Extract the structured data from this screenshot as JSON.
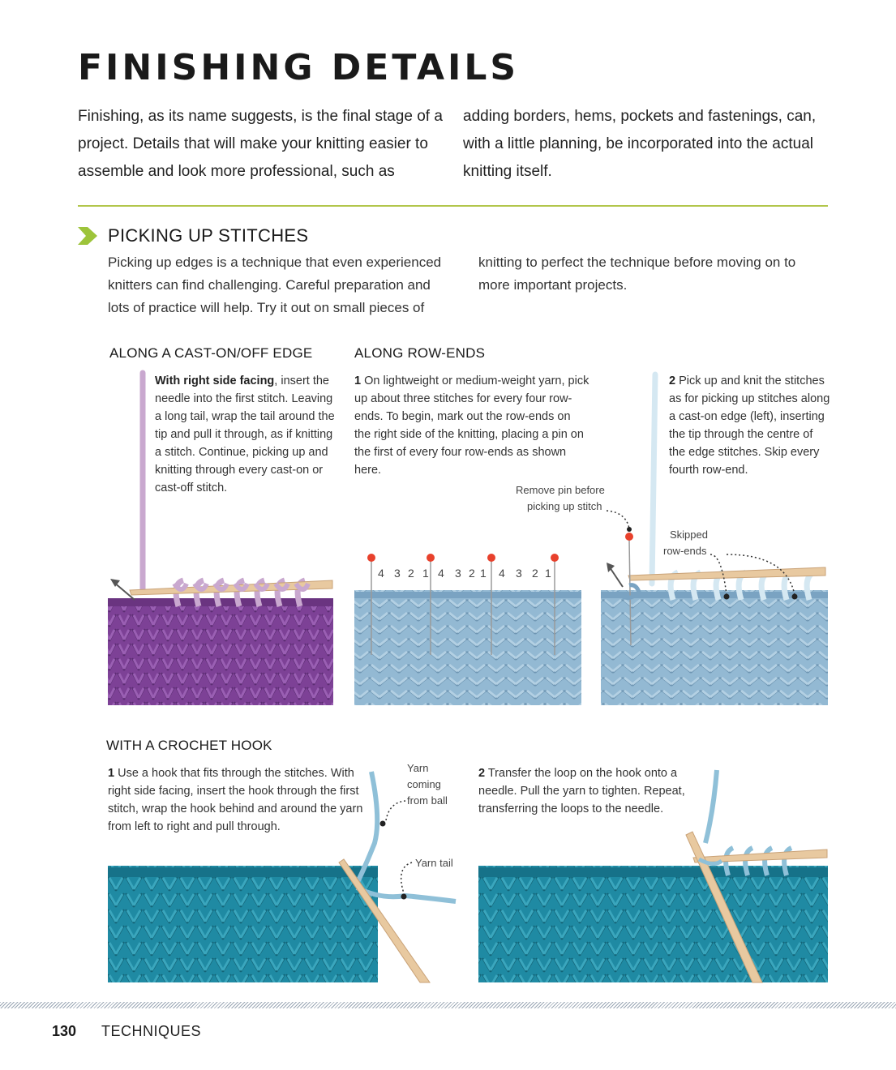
{
  "page": {
    "title": "FINISHING DETAILS",
    "intro_left": "Finishing, as its name suggests, is the final stage of a project. Details that will make your knitting easier to assemble and look more professional, such as",
    "intro_right": "adding borders, hems, pockets and fastenings, can, with a little planning, be incorporated into the actual knitting itself."
  },
  "picking_up": {
    "heading": "PICKING UP STITCHES",
    "text_left": "Picking up edges is a technique that even experienced knitters can find challenging. Careful preparation and lots of practice will help. Try it out on small pieces of",
    "text_right": "knitting to perfect the technique before moving on to more important projects."
  },
  "cast_on_edge": {
    "heading": "ALONG A CAST-ON/OFF EDGE",
    "step_bold": "With right side facing",
    "step_rest": ", insert the needle into the first stitch. Leaving a long tail, wrap the tail around the tip and pull it through, as if knitting a stitch. Continue, picking up and knitting through every cast-on or cast-off stitch."
  },
  "row_ends": {
    "heading": "ALONG ROW-ENDS",
    "step1_num": "1",
    "step1_text": "On lightweight or medium-weight yarn, pick up about three stitches for every four row-ends. To begin, mark out the row-ends on the right side of the knitting, placing a pin on the first of every four row-ends as shown here.",
    "step2_num": "2",
    "step2_text": "Pick up and knit the stitches as for picking up stitches along a cast-on edge (left), inserting the tip through the centre of the edge stitches. Skip every fourth row-end.",
    "pin_labels": [
      "4",
      "3",
      "2",
      "1",
      "4",
      "3",
      "2",
      "1",
      "4",
      "3",
      "2",
      "1"
    ],
    "note_remove_pin_1": "Remove pin before",
    "note_remove_pin_2": "picking up stitch",
    "note_skipped_1": "Skipped",
    "note_skipped_2": "row-ends"
  },
  "crochet_hook": {
    "heading": "WITH A CROCHET HOOK",
    "step1_num": "1",
    "step1_text": "Use a hook that fits through the stitches. With right side facing, insert the hook through the first stitch, wrap the hook behind and around the yarn from left to right and pull through.",
    "step2_num": "2",
    "step2_text": "Transfer the loop on the hook onto a needle. Pull the yarn to tighten. Repeat, transferring the loops to the needle.",
    "note_yarn_ball_1": "Yarn",
    "note_yarn_ball_2": "coming",
    "note_yarn_ball_3": "from ball",
    "note_yarn_tail": "Yarn tail"
  },
  "footer": {
    "page_number": "130",
    "section": "TECHNIQUES"
  },
  "colors": {
    "rule": "#b2c64b",
    "arrow": "#9dc43a",
    "purple_knit": "#7d4196",
    "light_purple_yarn": "#c9a8cf",
    "blue_knit": "#93b9d3",
    "teal_knit": "#1f8aa3",
    "needle": "#e8c9a0",
    "pin_head": "#e8412c"
  }
}
